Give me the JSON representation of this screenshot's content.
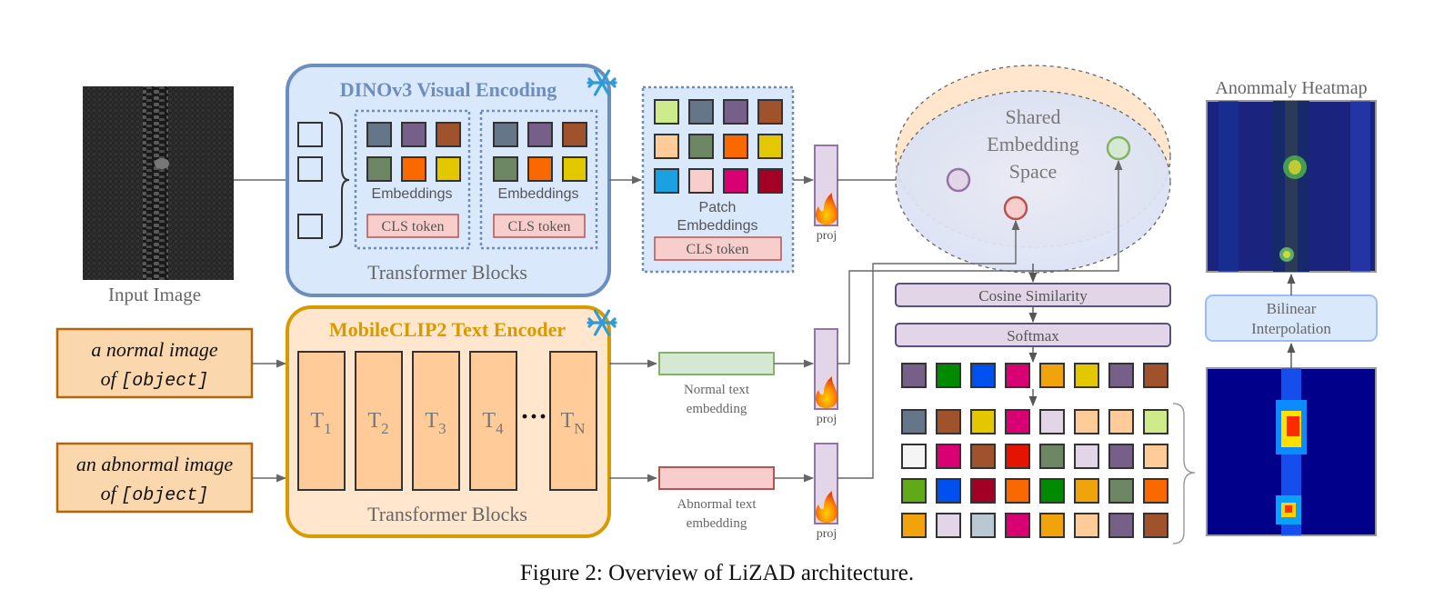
{
  "input": {
    "label": "Input Image"
  },
  "dino": {
    "title": "DINOv3 Visual Encoding",
    "frozen_icon": "snowflake-icon",
    "embeddings_label": "Embeddings",
    "cls_label": "CLS token",
    "blocks_label": "Transformer Blocks"
  },
  "patch": {
    "label_line1": "Patch",
    "label_line2": "Embeddings",
    "cls_label": "CLS token"
  },
  "proj": {
    "label": "proj",
    "trainable_icon": "flame-icon"
  },
  "shared_space": {
    "line1": "Shared",
    "line2": "Embedding",
    "line3": "Space"
  },
  "prompts": {
    "normal": {
      "line1": "a normal image",
      "line2_prefix": "of ",
      "line2_code": "[object]"
    },
    "abnormal": {
      "line1": "an abnormal image",
      "line2_prefix": "of ",
      "line2_code": "[object]"
    }
  },
  "text_encoder": {
    "title": "MobileCLIP2 Text Encoder",
    "frozen_icon": "snowflake-icon",
    "blocks": [
      {
        "base": "T",
        "sub": "1"
      },
      {
        "base": "T",
        "sub": "2"
      },
      {
        "base": "T",
        "sub": "3"
      },
      {
        "base": "T",
        "sub": "4"
      },
      {
        "base": "T",
        "sub": "N"
      }
    ],
    "ellipsis": "···",
    "blocks_label": "Transformer Blocks"
  },
  "text_embeddings": {
    "normal": {
      "line1": "Normal text",
      "line2": "embedding"
    },
    "abnormal": {
      "line1": "Abnormal text",
      "line2": "embedding"
    }
  },
  "ops": {
    "cosine": "Cosine Similarity",
    "softmax": "Softmax",
    "bilinear_line1": "Bilinear",
    "bilinear_line2": "Interpolation"
  },
  "heatmap": {
    "title": "Anommaly Heatmap"
  },
  "caption": "Figure 2: Overview of LiZAD architecture.",
  "colors": {
    "dino_fill": "#dae8fc",
    "dino_stroke": "#6c8ebf",
    "dino_title": "#6c8ebf",
    "text_fill": "#ffe6cc",
    "text_stroke": "#d79b00",
    "text_title": "#d79b00",
    "prompt_fill": "#fad7ac",
    "prompt_stroke": "#b46504",
    "block_fill": "#ffcc99",
    "cls_fill": "#f8cecc",
    "cls_stroke": "#b85450",
    "proj_fill": "#e1d5e7",
    "proj_stroke": "#9673a6",
    "op_fill": "#e1d5e7",
    "op_stroke": "#56517e",
    "normal_emb_fill": "#d5e8d4",
    "normal_emb_stroke": "#82b366"
  },
  "token_grids": {
    "encoder_block": [
      "#647687",
      "#76608a",
      "#a0522d",
      "#6d8764",
      "#fa6800",
      "#e3c800"
    ],
    "patch_embeddings": [
      "#cdeb8b",
      "#647687",
      "#76608a",
      "#a0522d",
      "#ffcc99",
      "#6d8764",
      "#fa6800",
      "#e3c800",
      "#1ba1e2",
      "#f8cecc",
      "#d80073",
      "#a20025"
    ],
    "softmax_row": [
      "#76608a",
      "#008a00",
      "#0050ef",
      "#d80073",
      "#f0a30a",
      "#e3c800",
      "#76608a",
      "#a0522d"
    ],
    "score_map": [
      [
        "#647687",
        "#a0522d",
        "#e3c800",
        "#d80073",
        "#e1d5e7",
        "#ffcc99",
        "#ffcc99",
        "#cdeb8b"
      ],
      [
        "#f5f5f5",
        "#d80073",
        "#a0522d",
        "#e51400",
        "#6d8764",
        "#e1d5e7",
        "#76608a",
        "#ffcc99"
      ],
      [
        "#60a917",
        "#0050ef",
        "#a20025",
        "#fa6800",
        "#008a00",
        "#f0a30a",
        "#6d8764",
        "#fa6800"
      ],
      [
        "#f0a30a",
        "#e1d5e7",
        "#bac8d3",
        "#d80073",
        "#f0a30a",
        "#ffcc99",
        "#76608a",
        "#a0522d"
      ]
    ]
  }
}
